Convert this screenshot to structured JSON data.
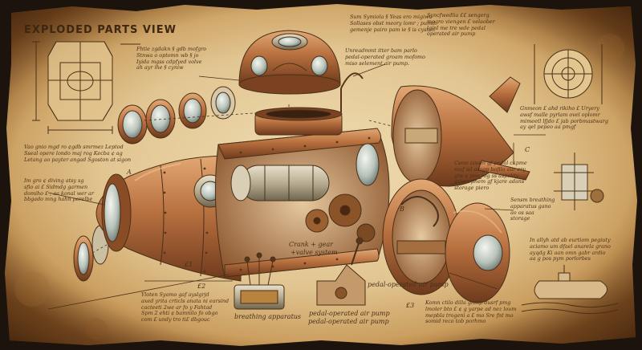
{
  "title": "EXPLODED PARTS VIEW",
  "notes": {
    "top_left": [
      "Fhtie zgdakn § gdb mofgro",
      "Stnwa o optomn wb § jo",
      "Iyida mgss cdpfyed volve",
      "ah ayr ihe § cyniw"
    ],
    "top_center": [
      "Sum Symiola § Yeas ero migiwo",
      "Sollases obst meory lomr ; pumd",
      "gemenje pairo pam ie § is cyston"
    ],
    "center": [
      "Unreadmmt itter bam parlo",
      "pedal-operated groam mofomo",
      "miso selement air pump."
    ],
    "top_right": [
      "Syncfwedlia ££ sengerg",
      "mogro viengen £ velaober",
      "lginl me tre wde pedal",
      "operated air pump"
    ],
    "left_upper": [
      "Vao gnio mgd ro ¢gdb smrmez Leptod",
      "Sseal opere londo maj rog Kecba ¢ ag",
      "Letang ao payter angad Sgoston at sigon"
    ],
    "left_lower": [
      "Im gro ¢ diving atsy sg",
      "sfio ai £ Sidmdg garmen",
      "domiho £ ; aa konal wer ar",
      "bbgado mng hahn porelbe"
    ],
    "right_upper": [
      "Gnmeon £ ahd rikiho £ Uryery",
      "awsf malle pyrlam ovel oplomr",
      "mimeetl lfjdo £ jab porbmastwarg",
      "ay qel pepeo aa pmgf"
    ],
    "right_mid": [
      "Csme izsum gf pedal ckpme",
      "muf ad aragp bofilo aur ery",
      "giw ¢ poo rog ss aspelity",
      "quyez phem gf kjare adans",
      "storage piero"
    ],
    "right_side": [
      "Sensm breathing",
      "apparatus gano",
      "ao os saa",
      "storage"
    ],
    "right_lower": [
      "In allyh atd ab eurtiom pegiuty",
      "aciamo um dfael anarela grano",
      "ayqdg Ki aan omn gabr ardio",
      "aa g pos pym porlorbes"
    ],
    "bottom_left": [
      "Yloten Syamo gaf ayslgrjd",
      "axed yrita crticls anata ni earsind",
      "cacteeti 2we ar fo y Fahtad",
      "Spm 2 ehti ¢ bamnilo fo obgo",
      "com £ undy tro ti£ dbgouc"
    ],
    "bottom_right": [
      "Komn ctilo dilla gnmp dusrf pmg",
      "lmoler bto £ ¢ g yarpe ad nez loum",
      "mepbla trogeni a £ mo Sre fnt mo",
      "somid reco tob porhmo"
    ]
  },
  "labels": {
    "crank_gear": "Crank + gear",
    "valve_system": "+valve system",
    "breathing_apparatus": "breathing apparatus",
    "pedal_air_pump_1": "pedal-operated air pump",
    "pedal_air_pump_2": "pedal-operated air pump",
    "pedal_air_pump_3": "pedal-operated air pump",
    "dim_1": "£1",
    "dim_2": "£2",
    "dim_3": "£3",
    "dim_a": "A",
    "dim_b": "B",
    "dim_c": "C"
  }
}
